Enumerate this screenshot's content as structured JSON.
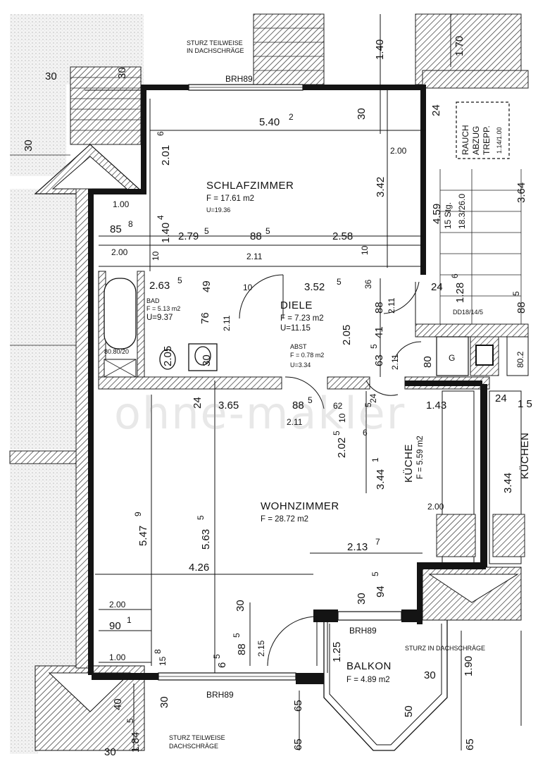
{
  "rooms": {
    "schlafzimmer": {
      "name": "SCHLAFZIMMER",
      "area": "F = 17.61 m2",
      "u": "U=19.36"
    },
    "bad": {
      "name": "BAD",
      "area": "F = 5.13 m2",
      "u": "U=9.37"
    },
    "diele": {
      "name": "DIELE",
      "area": "F = 7.23 m2",
      "u": "U=11.15"
    },
    "abst": {
      "name": "ABST",
      "area": "F = 0.78 m2",
      "u": "U=3.34"
    },
    "wohnzimmer": {
      "name": "WOHNZIMMER",
      "area": "F = 28.72 m2"
    },
    "kueche": {
      "name": "KÜCHE",
      "area": "F = 5.59 m2"
    },
    "balkon": {
      "name": "BALKON",
      "area": "F = 4.89 m2"
    },
    "kuechen_neighbour": {
      "name": "KÜCHEN"
    }
  },
  "notes": {
    "sturz_top_1": "STURZ TEILWEISE",
    "sturz_top_2": "IN DACHSCHRÄGE",
    "sturz_bottom_1": "STURZ TEILWEISE",
    "sturz_bottom_2": "DACHSCHRÄGE",
    "sturz_right": "STURZ IN DACHSCHRÄGE",
    "brh_top": "BRH89",
    "brh_mid": "BRH89",
    "brh_bottom": "BRH89",
    "rauch_1": "RAUCH",
    "rauch_2": "ABZUG",
    "rauch_3": "TREPP.",
    "rauch_4": "1.14/1.00",
    "stairs_1": "4.59",
    "stairs_2": "15 Stg.",
    "stairs_3": "18.3/26.0",
    "dd": "DD18/14/5",
    "bath_small": "80.80/20",
    "bath_hatch": "80",
    "g_box": "G",
    "watermark": "ohne-makler"
  },
  "dims": {
    "d_30_tl": "30",
    "d_30_tl2": "30",
    "d_30_left": "30",
    "d_140": "1.40",
    "d_170": "1.70",
    "d_30_top": "30",
    "d_540": "5.40",
    "d_540_sup": "2",
    "d_24": "24",
    "d_201": "2.01",
    "d_201_sup": "6",
    "d_342": "3.42",
    "d_200_r": "2.00",
    "d_364": "3.64",
    "d_100_l": "1.00",
    "d_85": "85",
    "d_85_sup": "8",
    "d_140b": "1.40",
    "d_140b_sup": "4",
    "d_279": "2.79",
    "d_279_sup": "5",
    "d_88": "88",
    "d_88_sup": "5",
    "d_258": "2.58",
    "d_200_l": "2.00",
    "d_10a": "10",
    "d_211a": "2.11",
    "d_10b": "10",
    "d_263": "2.63",
    "d_263_sup": "5",
    "d_49": "49",
    "d_10c": "10",
    "d_352": "3.52",
    "d_352_sup": "5",
    "d_36": "36",
    "d_24b": "24",
    "d_128": "1.28",
    "d_128_sup": "6",
    "d_88b": "88",
    "d_88b_sup": "5",
    "d_76": "76",
    "d_211b": "2.11",
    "d_88c": "88",
    "d_211c": "2.11",
    "d_205a": "2.05",
    "d_205b": "2.05",
    "d_41": "41",
    "d_30b": "30",
    "d_63": "63",
    "d_63_sup": "5",
    "d_211d": "2.11",
    "d_80": "80",
    "d_802": "80.2",
    "d_24c": "24",
    "d_365": "3.65",
    "d_88d": "88",
    "d_88d_sup": "5",
    "d_62": "62",
    "d_5": "5",
    "d_211e": "2.11",
    "d_10d": "10",
    "d_6": "6",
    "d_24d": "24",
    "d_143": "1.43",
    "d_24e": "24",
    "d_15": "1 5",
    "d_202": "2.02",
    "d_202_sup": "5",
    "d_341": "3.44",
    "d_341_sup": "1",
    "d_344": "3.44",
    "d_547": "5.47",
    "d_547_sup": "9",
    "d_563": "5.63",
    "d_563_sup": "5",
    "d_200_k": "2.00",
    "d_213": "2.13",
    "d_213_sup": "7",
    "d_426": "4.26",
    "d_30c": "30",
    "d_94": "94",
    "d_94_sup": "5",
    "d_30d": "30",
    "d_200_b": "2.00",
    "d_90": "90",
    "d_90_sup": "1",
    "d_88e": "88",
    "d_88e_sup": "5",
    "d_215": "2.15",
    "d_125": "1.25",
    "d_100_b": "1.00",
    "d_15_b": "15",
    "d_15_b_sup": "8",
    "d_6b": "6",
    "d_6b_sup": "5",
    "d_30e": "30",
    "d_190": "1.90",
    "d_30f": "30",
    "d_40": "40",
    "d_65a": "65",
    "d_50": "50",
    "d_184": "1.84",
    "d_184_sup": "5",
    "d_65b": "65",
    "d_65c": "65",
    "d_30g": "30"
  },
  "colors": {
    "wall": "#141414",
    "paper": "#ffffff",
    "ink": "#111111"
  }
}
